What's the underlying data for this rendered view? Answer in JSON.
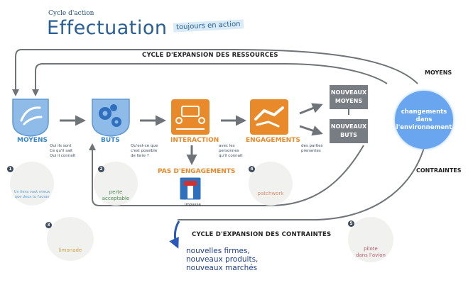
{
  "header": {
    "small_title": "Cycle d'action",
    "title": "Effectuation",
    "tagline": "toujours en action"
  },
  "cycles": {
    "resources": "CYCLE D'EXPANSION DES RESSOURCES",
    "constraints": "CYCLE D'EXPANSION DES CONTRAINTES"
  },
  "steps": {
    "moyens": {
      "label": "MOYENS",
      "notes": [
        "Qui ils sont",
        "Ce qu'il sait",
        "Qui il connaît"
      ]
    },
    "buts": {
      "label": "BUTS",
      "notes": [
        "Qu'est-ce que",
        "c'est possible",
        "de faire ?"
      ]
    },
    "interaction": {
      "label": "INTERACTION",
      "notes": [
        "avec les",
        "personnes",
        "qu'il connait"
      ]
    },
    "engagements": {
      "label": "ENGAGEMENTS",
      "notes": [
        "des parties",
        "prenantes"
      ]
    },
    "pas_engagements": {
      "label": "PAS D'ENGAGEMENTS",
      "impasse": "impasse"
    }
  },
  "boxes": {
    "nouveaux_moyens": [
      "NOUVEAUX",
      "MOYENS"
    ],
    "nouveaux_buts": [
      "NOUVEAUX",
      "BUTS"
    ]
  },
  "environment": {
    "lines": [
      "changements",
      "dans",
      "l'environnement"
    ],
    "moyens_label": "MOYENS",
    "contraintes_label": "CONTRAINTES"
  },
  "principles": [
    {
      "num": "1",
      "lines": [
        "Un tiens vaut mieux",
        "que deux tu l'auras"
      ]
    },
    {
      "num": "2",
      "lines": [
        "perte",
        "acceptable"
      ]
    },
    {
      "num": "3",
      "lines": [
        "limonade"
      ]
    },
    {
      "num": "4",
      "lines": [
        "patchwork"
      ]
    },
    {
      "num": "5",
      "lines": [
        "pilote",
        "dans l'avion"
      ]
    }
  ],
  "outcomes": [
    "nouvelles firmes,",
    "nouveaux produits,",
    "nouveaux marchés"
  ],
  "colors": {
    "blue": "#3a86c8",
    "orange": "#e8892a",
    "gray_box": "#777d83",
    "env_circle": "#6aa6f0",
    "arrow": "#6f7478"
  }
}
